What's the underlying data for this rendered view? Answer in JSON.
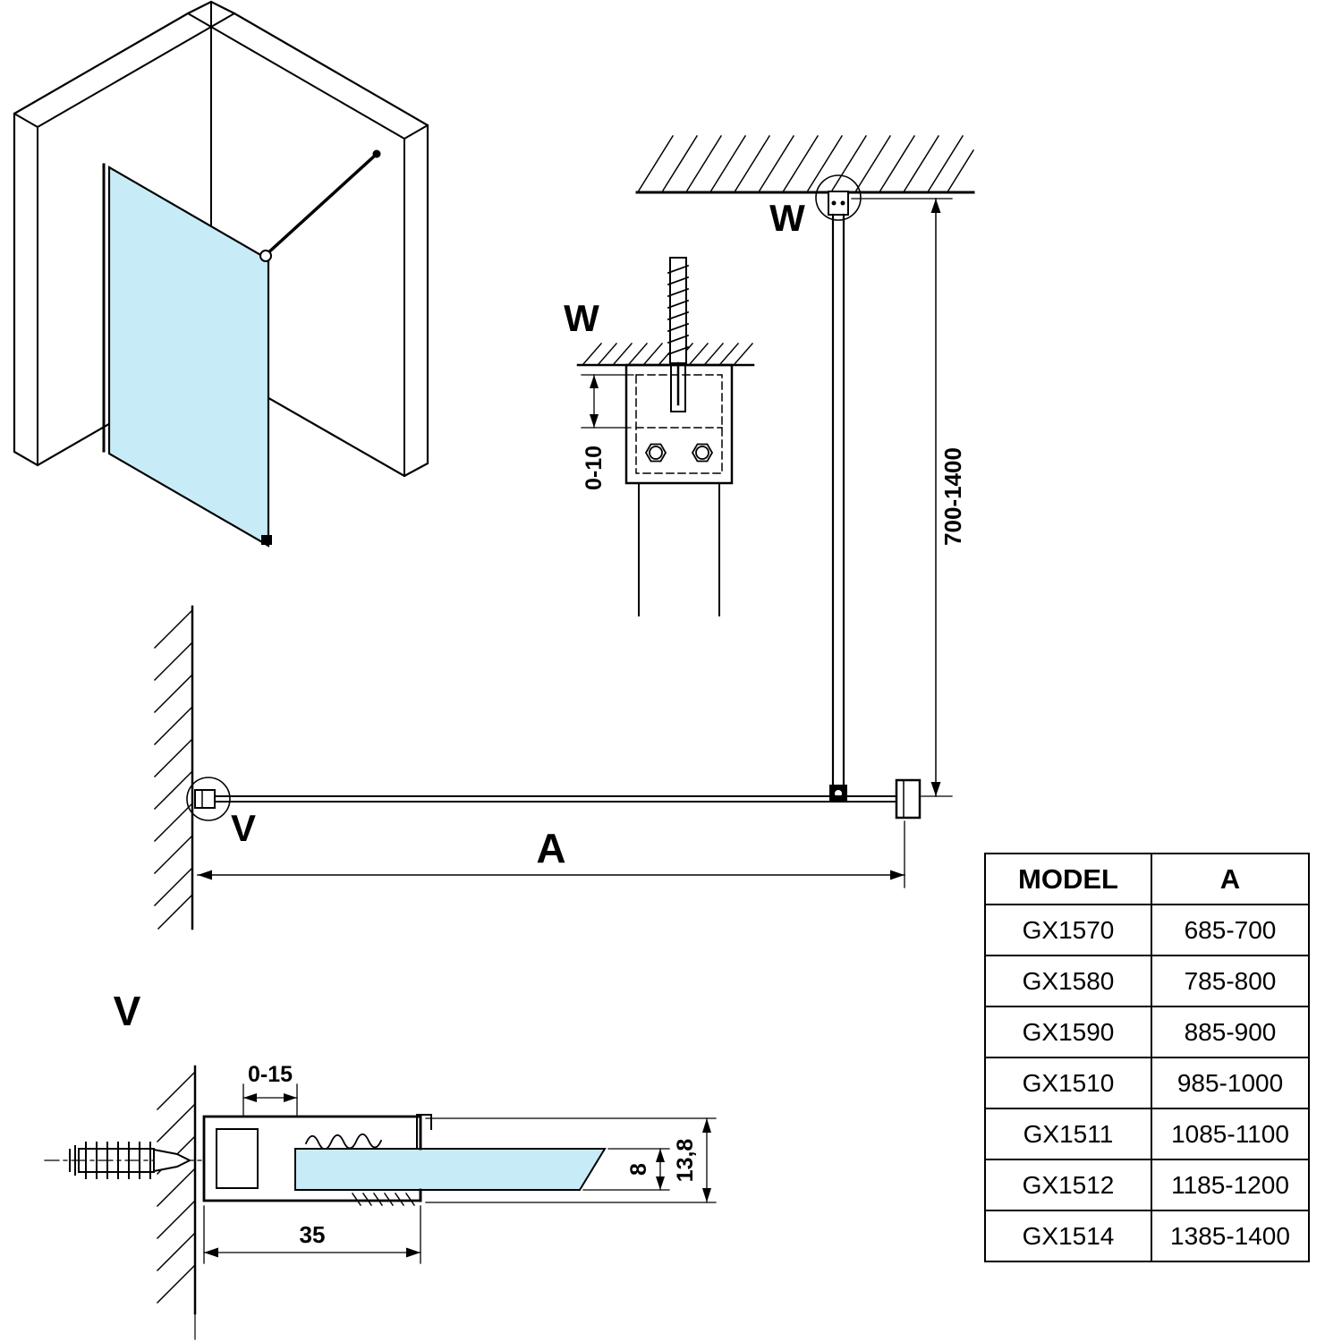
{
  "drawing": {
    "markers": {
      "w_plan": "W",
      "w_detail": "W",
      "v_plan": "V",
      "v_detail": "V"
    },
    "dimensions": {
      "span_label": "A",
      "bar_height": "700-1400",
      "bracket_adjust": "0-10",
      "profile_adjust": "0-15",
      "profile_width": "35",
      "glass_thickness": "8",
      "profile_height": "13,8"
    },
    "colors": {
      "glass": "#c8ecf7"
    }
  },
  "table": {
    "headers": [
      "MODEL",
      "A"
    ],
    "rows": [
      [
        "GX1570",
        "685-700"
      ],
      [
        "GX1580",
        "785-800"
      ],
      [
        "GX1590",
        "885-900"
      ],
      [
        "GX1510",
        "985-1000"
      ],
      [
        "GX1511",
        "1085-1100"
      ],
      [
        "GX1512",
        "1185-1200"
      ],
      [
        "GX1514",
        "1385-1400"
      ]
    ]
  }
}
